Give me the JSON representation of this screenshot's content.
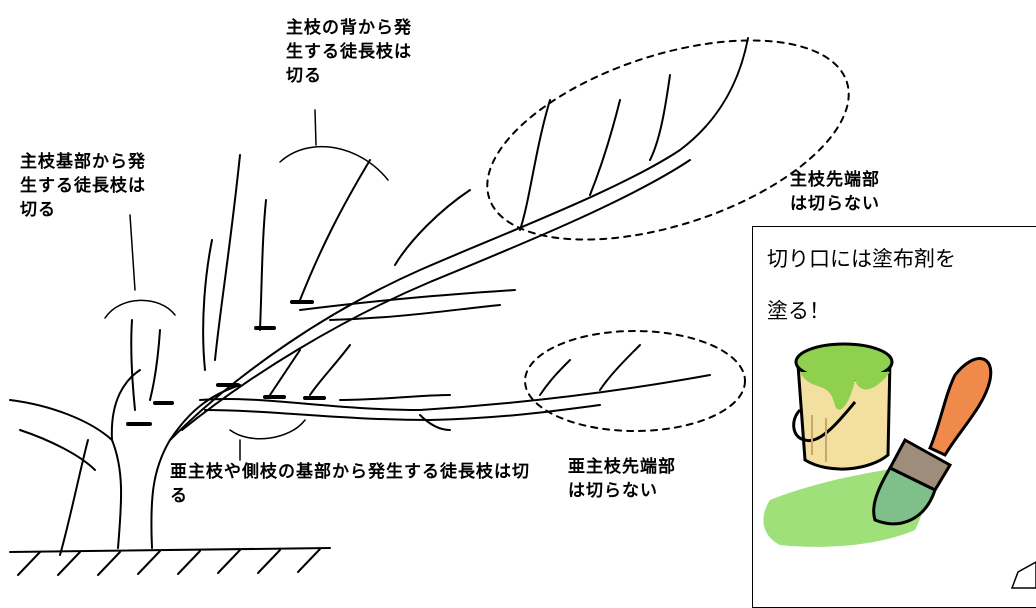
{
  "labels": {
    "back_shoots": "主枝の背から発\n生する徒長枝は\n切る",
    "base_shoots": "主枝基部から発\n生する徒長枝は\n切る",
    "main_tip": "主枝先端部\nは切らない",
    "sub_base": "亜主枝や側枝の基部から発生する徒長枝は切\nる",
    "sub_tip": "亜主枝先端部\nは切らない"
  },
  "note": {
    "text": "切り口には塗布剤を\n塗る！"
  },
  "colors": {
    "paint_green": "#8fd14f",
    "can_body": "#f3dfa0",
    "brush_handle": "#f08a4b",
    "ink": "#000000"
  }
}
